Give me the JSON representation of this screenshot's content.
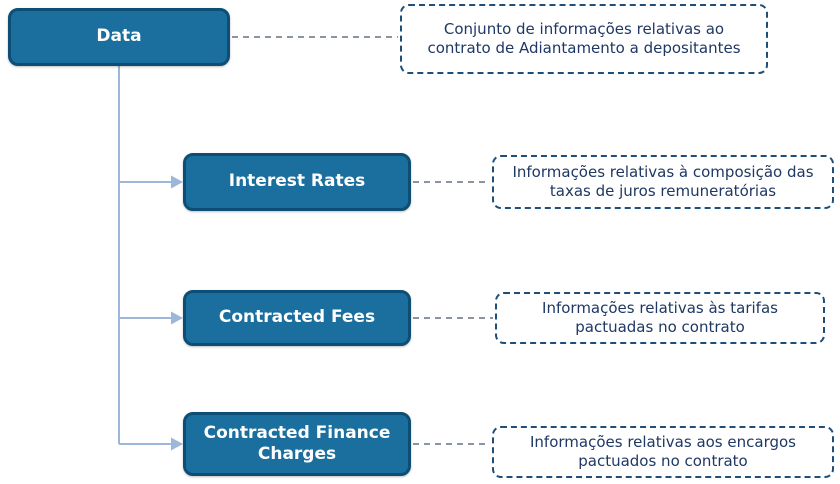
{
  "colors": {
    "box_fill": "#1b6f9e",
    "box_border": "#0e4e74",
    "note_border": "#1f4e79",
    "note_text": "#1f3864",
    "tree_line": "#9cb7d9",
    "dash_line": "#8a95a1"
  },
  "diagram": {
    "type": "tree",
    "root": {
      "label": "Data",
      "note": "Conjunto de informações relativas ao contrato de Adiantamento a depositantes"
    },
    "children": [
      {
        "label": "Interest Rates",
        "note": "Informações relativas à composição das taxas de juros remuneratórias"
      },
      {
        "label": "Contracted Fees",
        "note": "Informações relativas às tarifas pactuadas no contrato"
      },
      {
        "label": "Contracted Finance Charges",
        "note": "Informações relativas aos encargos pactuados no contrato"
      }
    ]
  }
}
